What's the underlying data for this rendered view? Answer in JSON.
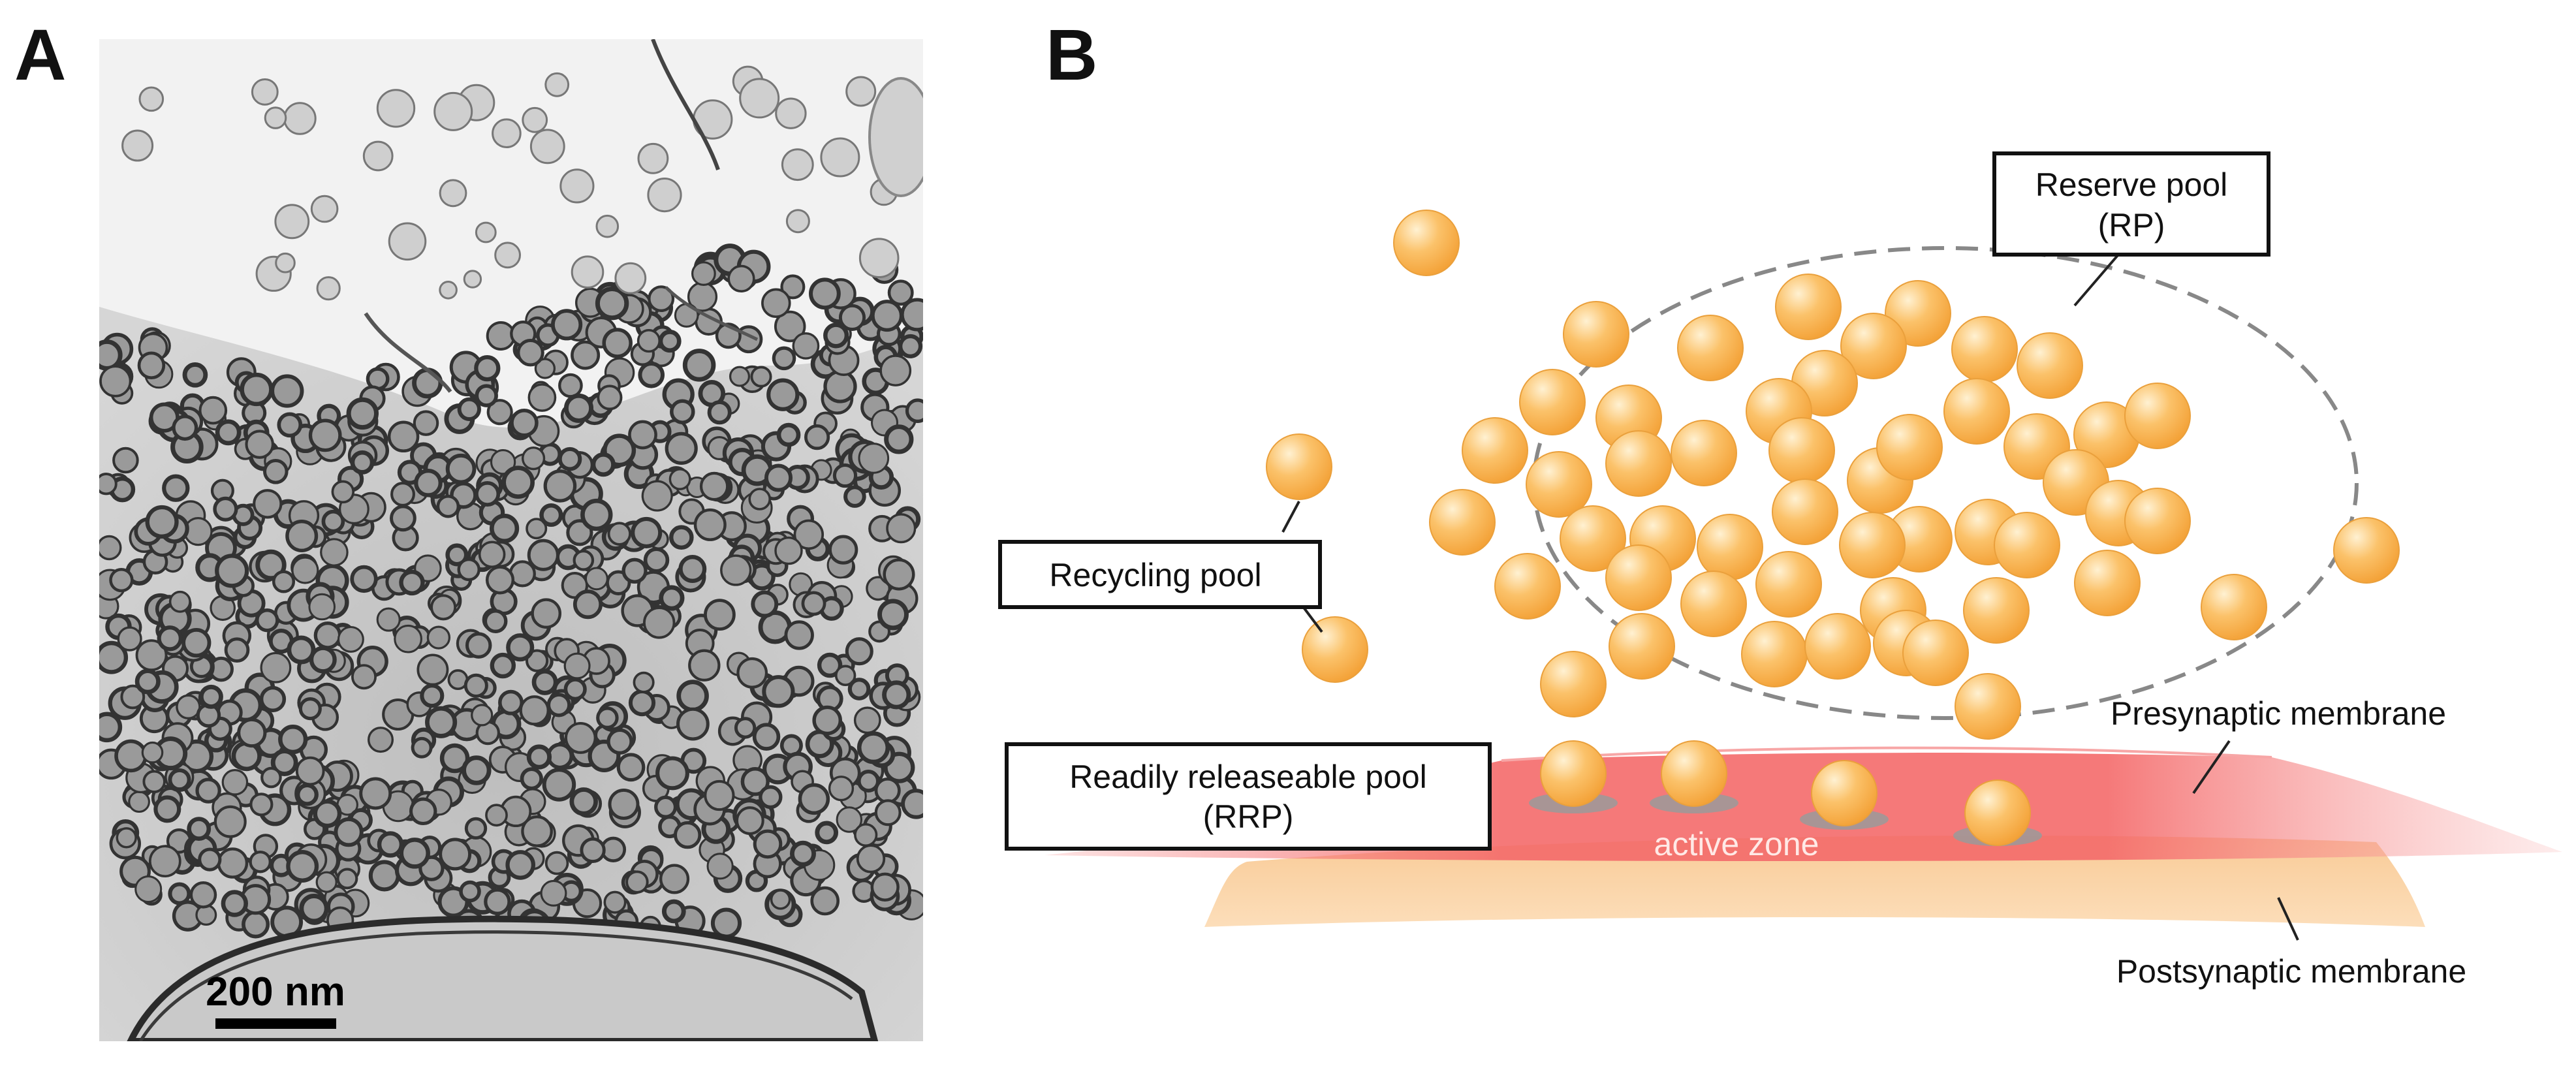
{
  "panels": {
    "a": {
      "letter": "A"
    },
    "b": {
      "letter": "B"
    }
  },
  "micrograph": {
    "scale_bar_label": "200 nm"
  },
  "diagram": {
    "reserve_pool": {
      "line1": "Reserve pool",
      "line2": "(RP)"
    },
    "recycling_pool": {
      "label": "Recycling pool"
    },
    "rrp": {
      "line1": "Readily releaseable pool",
      "line2": "(RRP)"
    },
    "presynaptic_label": "Presynaptic membrane",
    "postsynaptic_label": "Postsynaptic membrane",
    "active_zone_label": "active zone"
  },
  "colors": {
    "vesicle": "#f9b14f",
    "vesicle_highlight": "#ffe3b0",
    "presynaptic": "#f46a6a",
    "postsynaptic": "#f8c891",
    "dashed_ellipse": "#888888"
  }
}
